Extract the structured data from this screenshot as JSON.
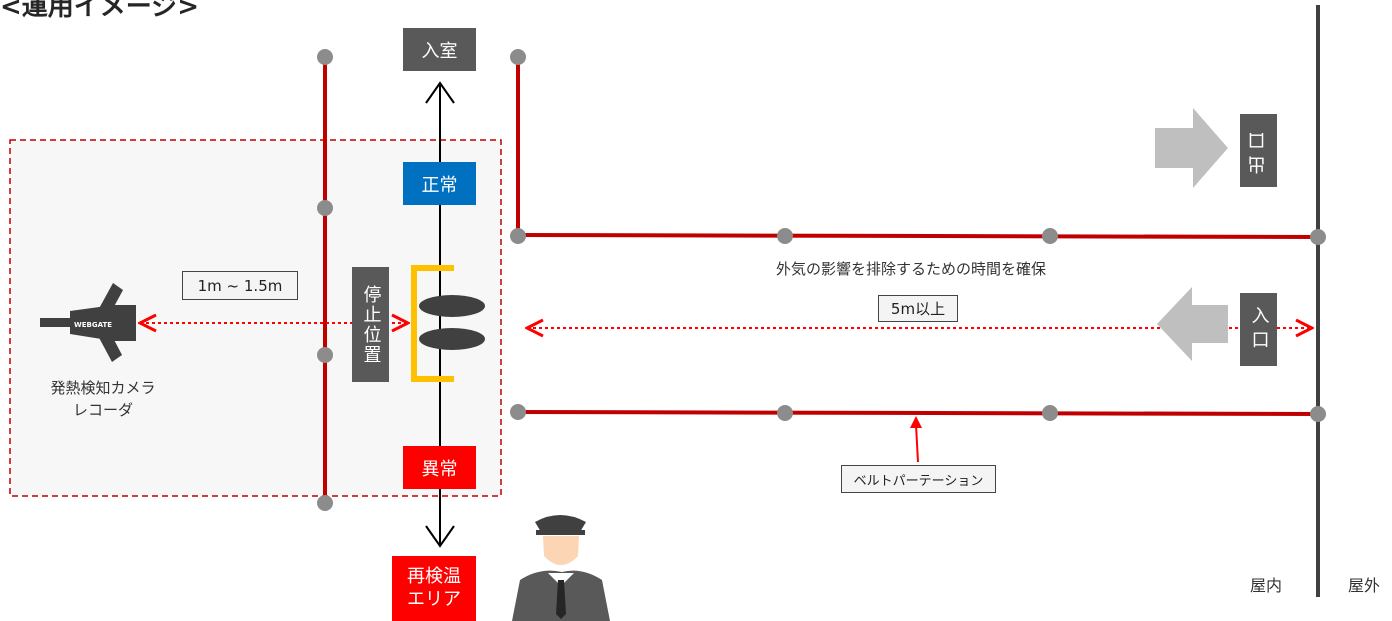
{
  "title": "<運用イメージ>",
  "labels": {
    "enter_room": "入室",
    "normal": "正常",
    "abnormal": "異常",
    "recheck_area": "再検温\nエリア",
    "stop_position": "停止位置",
    "exit": "出口",
    "entrance": "入口",
    "camera_label": "発熱検知カメラ\nレコーダ",
    "camera_brand": "WEBGATE",
    "distance_short": "1m ~ 1.5m",
    "outside_air_note": "外気の影響を排除するための時間を確保",
    "distance_long": "5m以上",
    "belt_partition": "ベルトパーテーション",
    "indoor": "屋内",
    "outdoor": "屋外"
  },
  "colors": {
    "barrier_red": "#c00000",
    "post_gray": "#8c8c8c",
    "dark_box": "#595959",
    "normal_blue": "#0070c0",
    "abnormal_red": "#ff0000",
    "stop_bracket": "#ffc000",
    "arrow_gray": "#bfbfbf",
    "dashed_red": "#ff0000"
  }
}
